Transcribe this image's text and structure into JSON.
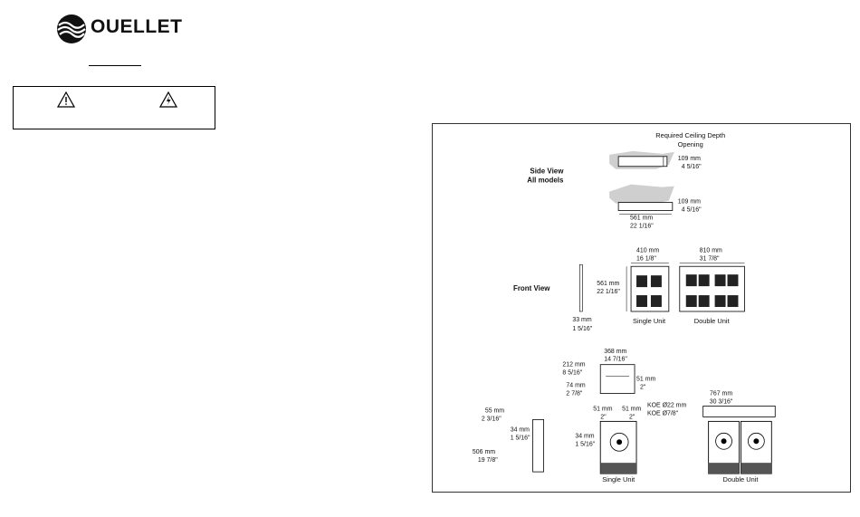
{
  "brand": {
    "name": "OUELLET"
  },
  "icons": {
    "logo": "ouellet-wave-logo",
    "warning": "warning-triangle-icon",
    "electric": "electric-shock-icon"
  },
  "diagram": {
    "required_depth_line1": "Required Ceiling Depth",
    "required_depth_line2": "Opening",
    "side_view_line1": "Side View",
    "side_view_line2": "All models",
    "front_view": "Front View",
    "depth_mm_1": "109 mm",
    "depth_in_1": "4 5/16\"",
    "depth_mm_2": "109 mm",
    "depth_in_2": "4 5/16\"",
    "length_mm": "561 mm",
    "length_in": "22 1/16\"",
    "single_width_mm": "410 mm",
    "single_width_in": "16 1/8\"",
    "double_width_mm": "810 mm",
    "double_width_in": "31 7/8\"",
    "height_mm": "561 mm",
    "height_in": "22 1/16\"",
    "thickness_mm": "33 mm",
    "thickness_in": "1 5/16\"",
    "single_unit": "Single Unit",
    "double_unit": "Double Unit",
    "plate_width_mm": "368 mm",
    "plate_width_in": "14 7/16\"",
    "plate_height_mm": "212 mm",
    "plate_height_in": "8 5/16\"",
    "plate_offset_mm": "74 mm",
    "plate_offset_in": "2 7/8\"",
    "plate_side_mm": "51 mm",
    "plate_side_in": "2\"",
    "koe_mm": "KOE Ø22 mm",
    "koe_in": "KOE Ø7/8\"",
    "edge1_mm": "51 mm",
    "edge1_in": "2\"",
    "edge2_mm": "51 mm",
    "edge2_in": "2\"",
    "top_mm": "55 mm",
    "top_in": "2 3/16\"",
    "inner_mm": "34 mm",
    "inner_in": "1 5/16\"",
    "tall_mm": "506 mm",
    "tall_in": "19 7/8\"",
    "fan_offset_mm": "34 mm",
    "fan_offset_in": "1 5/16\"",
    "double_bottom_width_mm": "767 mm",
    "double_bottom_width_in": "30 3/16\"",
    "single_unit_bottom": "Single Unit",
    "double_unit_bottom": "Double Unit"
  }
}
